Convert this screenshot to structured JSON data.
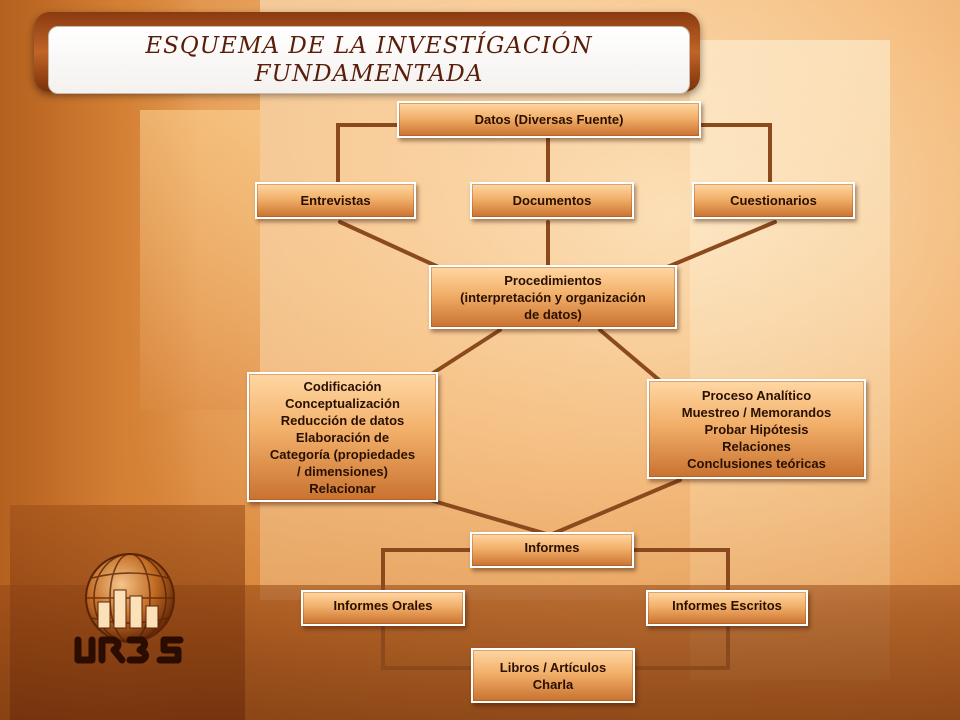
{
  "title": {
    "line1": "ESQUEMA DE LA INVESTÍGACIÓN",
    "line2": "FUNDAMENTADA"
  },
  "nodes": {
    "datos": "Datos (Diversas Fuente)",
    "entrevistas": "Entrevistas",
    "documentos": "Documentos",
    "cuestionarios": "Cuestionarios",
    "procedimientos": [
      "Procedimientos",
      "(interpretación y organización",
      "de datos)"
    ],
    "codificacion": [
      "Codificación",
      "Conceptualización",
      "Reducción de datos",
      "Elaboración de",
      "Categoría (propiedades",
      "/ dimensiones)",
      "Relacionar"
    ],
    "proceso": [
      "Proceso Analítico",
      "Muestreo / Memorandos",
      "Probar Hipótesis",
      "Relaciones",
      "Conclusiones teóricas"
    ],
    "informes": "Informes",
    "informes_orales": "Informes Orales",
    "informes_escritos": "Informes Escritos",
    "libros": [
      "Libros / Artículos",
      "Charla"
    ]
  },
  "colors": {
    "connector": "#8a4a1e",
    "box_border": "#ffffff",
    "title_text": "#5a1e0a"
  },
  "logo": {
    "icon": "globe-logo-icon",
    "text": "URBS"
  }
}
